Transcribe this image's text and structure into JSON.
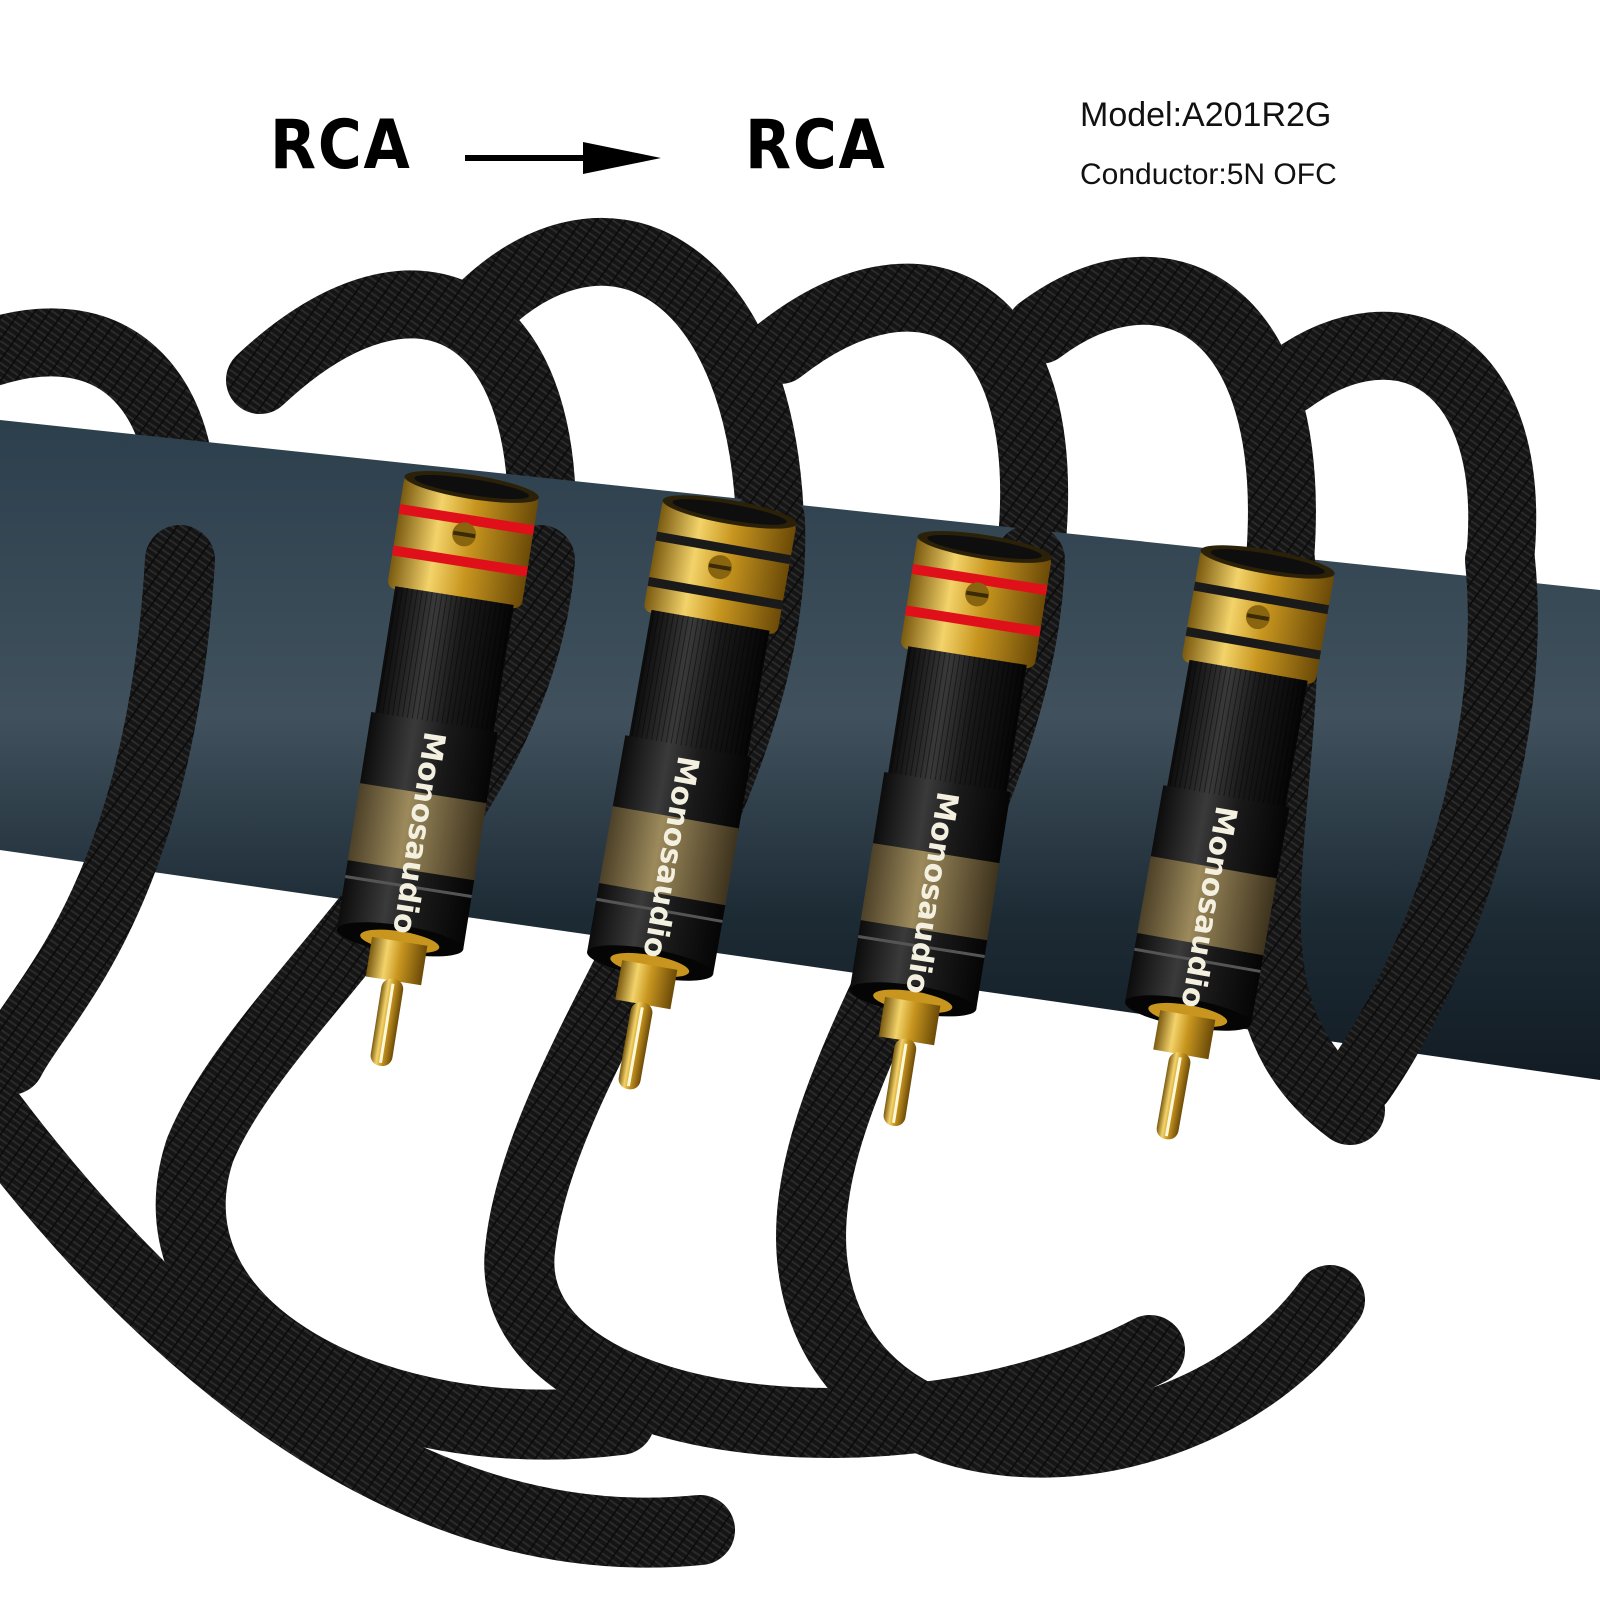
{
  "header": {
    "from_connector": "RCA",
    "to_connector": "RCA",
    "model": "Model:A201R2G",
    "conductor": "Conductor:5N OFC"
  },
  "product": {
    "brand": "Monosaudio",
    "plug_colors": [
      "red",
      "black",
      "red",
      "black"
    ]
  },
  "colors": {
    "cable": "#141414",
    "gold": "#d9a92e",
    "red_ring": "#e0101a",
    "black_ring": "#1a1a1a",
    "brand_band": "#7a6a44",
    "bar": "#22323e"
  },
  "icons": [
    "arrow-right-icon",
    "screw-slot-icon"
  ]
}
